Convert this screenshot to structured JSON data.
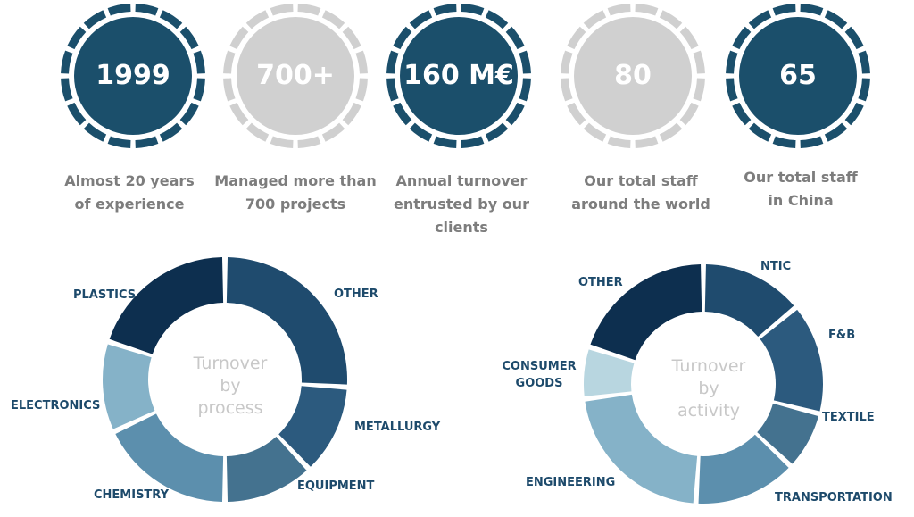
{
  "stats": [
    {
      "value": "1999",
      "caption1": "Almost 20 years",
      "caption2": "of experience",
      "color": "#1b4f6b"
    },
    {
      "value": "700+",
      "caption1": "Managed more than",
      "caption2": "700 projects",
      "color": "#d0d0d0"
    },
    {
      "value": "160 M€",
      "caption1": "Annual turnover",
      "caption2": "entrusted by our clients",
      "color": "#1b4f6b"
    },
    {
      "value": "80",
      "caption1": "Our total staff",
      "caption2": "around the world",
      "color": "#d0d0d0"
    },
    {
      "value": "65",
      "caption1": "Our total staff",
      "caption2": "in China",
      "color": "#1b4f6b"
    }
  ],
  "chart_data": [
    {
      "type": "pie",
      "title": "Turnover by process",
      "center_lines": [
        "Turnover",
        "by",
        "process"
      ],
      "categories": [
        "OTHER",
        "METALLURGY",
        "EQUIPMENT",
        "CHEMISTRY",
        "ELECTRONICS",
        "PLASTICS"
      ],
      "values": [
        26,
        12,
        12,
        18,
        12,
        20
      ],
      "colors": [
        "#1f4b6e",
        "#2c5a7e",
        "#44728f",
        "#5c8fad",
        "#85b2c8",
        "#0d2f4f"
      ]
    },
    {
      "type": "pie",
      "title": "Turnover by activity",
      "center_lines": [
        "Turnover",
        "by",
        "activity"
      ],
      "categories": [
        "NTIC",
        "F&B",
        "TEXTILE",
        "TRANSPORTATION",
        "ENGINEERING",
        "CONSUMER GOODS",
        "OTHER"
      ],
      "values": [
        14,
        15,
        8,
        14,
        22,
        7,
        20
      ],
      "colors": [
        "#1f4b6e",
        "#2c5a7e",
        "#44728f",
        "#5c8fad",
        "#85b2c8",
        "#b8d6e0",
        "#0d2f4f"
      ]
    }
  ]
}
